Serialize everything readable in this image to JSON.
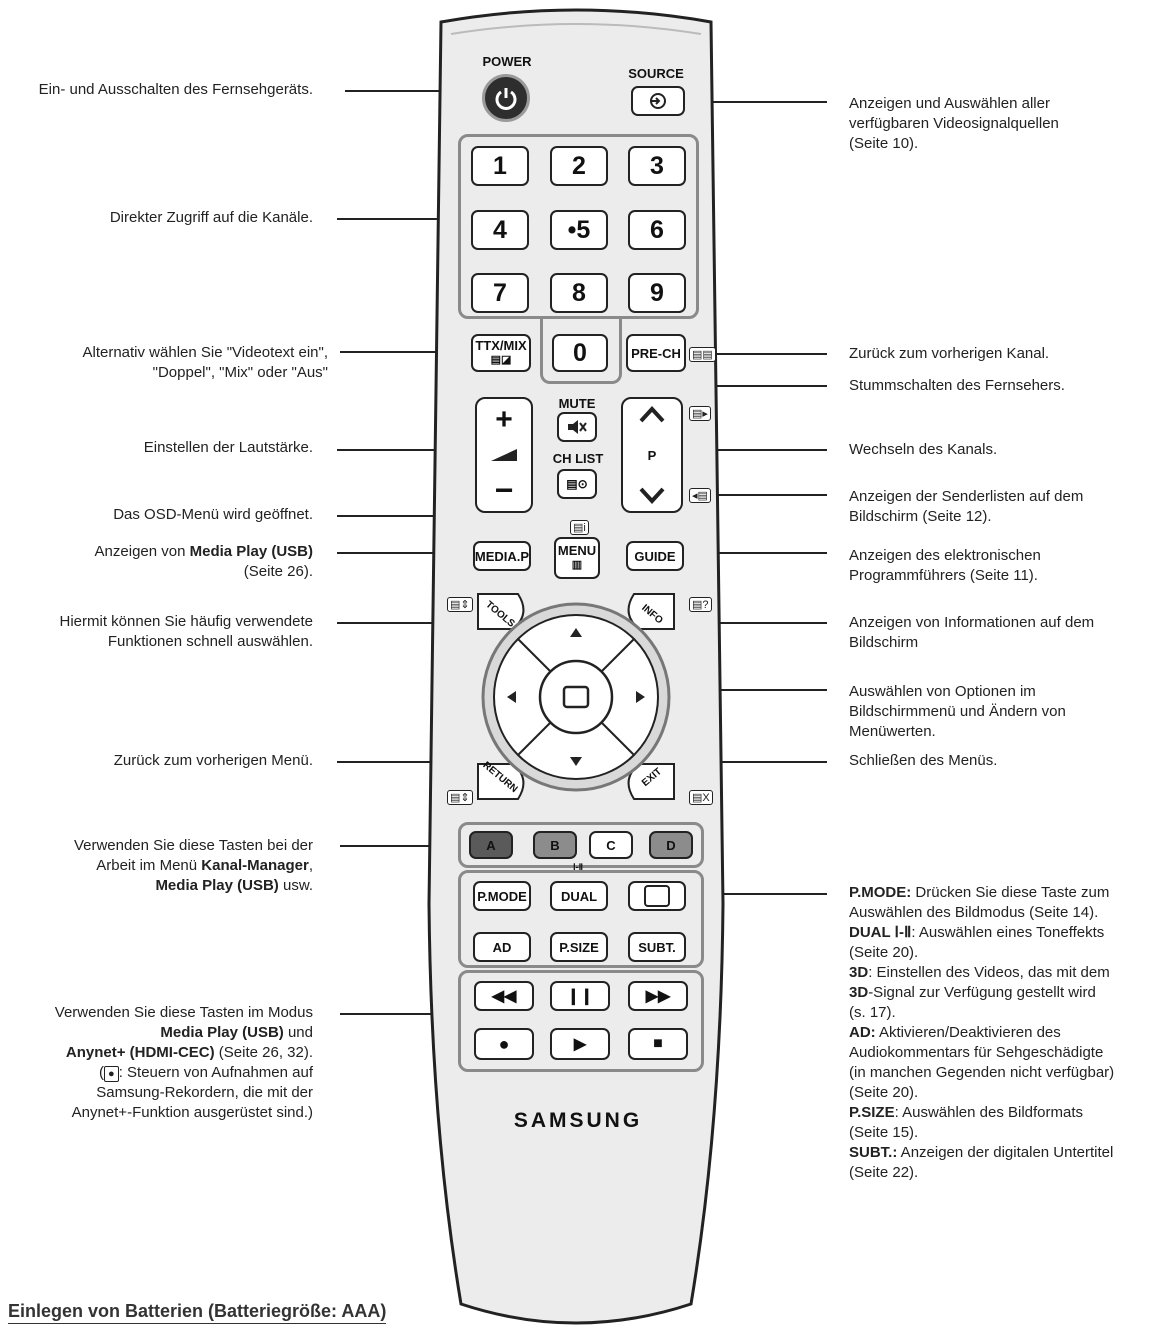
{
  "labels_left": {
    "power": "Ein- und Ausschalten des Fernsehgeräts.",
    "digits": "Direkter Zugriff auf die Kanäle.",
    "ttx_1": "Alternativ wählen Sie \"Videotext ein\",",
    "ttx_2": "\"Doppel\", \"Mix\" oder \"Aus\"",
    "volume": "Einstellen der Lautstärke.",
    "menu": "Das OSD-Menü wird geöffnet.",
    "mediap_pre": "Anzeigen von ",
    "mediap_bold": "Media Play (USB)",
    "mediap_page": "(Seite 26).",
    "tools_1": "Hiermit können Sie häufig verwendete",
    "tools_2": "Funktionen schnell auswählen.",
    "return": "Zurück zum vorherigen Menü.",
    "color_1": "Verwenden Sie diese Tasten bei der",
    "color_2a": "Arbeit im Menü ",
    "color_2b": "Kanal-Manager",
    "color_2c": ",",
    "color_3a": "Media Play (USB)",
    "color_3b": " usw.",
    "play_1": "Verwenden Sie diese Tasten im Modus",
    "play_2a": "Media Play (USB)",
    "play_2b": " und",
    "play_3a": "Anynet+ (HDMI-CEC)",
    "play_3b": " (Seite 26, 32).",
    "play_4a": "(",
    "play_4b": "●",
    "play_4c": ": Steuern von Aufnahmen auf",
    "play_5": "Samsung-Rekordern, die mit der",
    "play_6": "Anynet+-Funktion ausgerüstet sind.)"
  },
  "labels_right": {
    "source_1": "Anzeigen und Auswählen aller",
    "source_2": "verfügbaren Videosignalquellen",
    "source_3": "(Seite 10).",
    "prech": "Zurück zum vorherigen Kanal.",
    "mute": "Stummschalten des Fernsehers.",
    "channel": "Wechseln des Kanals.",
    "chlist_1": "Anzeigen der Senderlisten auf dem",
    "chlist_2": "Bildschirm (Seite 12).",
    "guide_1": "Anzeigen des elektronischen",
    "guide_2": "Programmführers (Seite 11).",
    "info_1": "Anzeigen von Informationen auf dem",
    "info_2": "Bildschirm",
    "enter_1": "Auswählen von Optionen im",
    "enter_2": "Bildschirmmenü und Ändern von",
    "enter_3": "Menüwerten.",
    "exit": "Schließen des Menüs.",
    "fn": [
      {
        "b": "P.MODE:",
        "t": " Drücken Sie diese Taste zum"
      },
      {
        "b": "",
        "t": "Auswählen des Bildmodus (Seite 14)."
      },
      {
        "b": "DUAL Ⅰ-Ⅱ",
        "t": ": Auswählen eines Toneffekts"
      },
      {
        "b": "",
        "t": "(Seite 20)."
      },
      {
        "b": "3D",
        "t": ": Einstellen des Videos, das mit dem"
      },
      {
        "b": "3D",
        "t": "-Signal zur Verfügung gestellt wird"
      },
      {
        "b": "",
        "t": "(s. 17)."
      },
      {
        "b": "AD:",
        "t": " Aktivieren/Deaktivieren des"
      },
      {
        "b": "",
        "t": "Audiokommentars für Sehgeschädigte"
      },
      {
        "b": "",
        "t": "(in manchen Gegenden nicht verfügbar)"
      },
      {
        "b": "",
        "t": "(Seite 20)."
      },
      {
        "b": "P.SIZE",
        "t": ": Auswählen des Bildformats"
      },
      {
        "b": "",
        "t": "(Seite 15)."
      },
      {
        "b": "SUBT.:",
        "t": " Anzeigen der digitalen Untertitel"
      },
      {
        "b": "",
        "t": "(Seite 22)."
      }
    ]
  },
  "remote": {
    "power": "POWER",
    "source": "SOURCE",
    "digits": [
      "1",
      "2",
      "3",
      "4",
      "•5",
      "6",
      "7",
      "8",
      "9"
    ],
    "zero": "0",
    "ttx": "TTX/MIX",
    "prech": "PRE-CH",
    "mute": "MUTE",
    "chlist": "CH LIST",
    "p": "P",
    "mediap": "MEDIA.P",
    "menu": "MENU",
    "guide": "GUIDE",
    "tools": "TOOLS",
    "info": "INFO",
    "return": "RETURN",
    "exit": "EXIT",
    "colors": [
      "A",
      "B",
      "C",
      "D"
    ],
    "fn_row1": [
      "P.MODE",
      "DUAL",
      ""
    ],
    "fn_row2": [
      "AD",
      "P.SIZE",
      "SUBT."
    ],
    "brand": "SAMSUNG",
    "dual_tag": "Ⅰ-Ⅱ"
  },
  "section_heading": "Einlegen von Batterien (Batteriegröße: AAA)",
  "colors": {
    "remote_body": "#ececec",
    "remote_edge": "#222222",
    "group_border": "#8a8a8a",
    "key_a": "#5a5a5a",
    "key_b": "#8c8c8c",
    "key_d": "#8c8c8c"
  }
}
